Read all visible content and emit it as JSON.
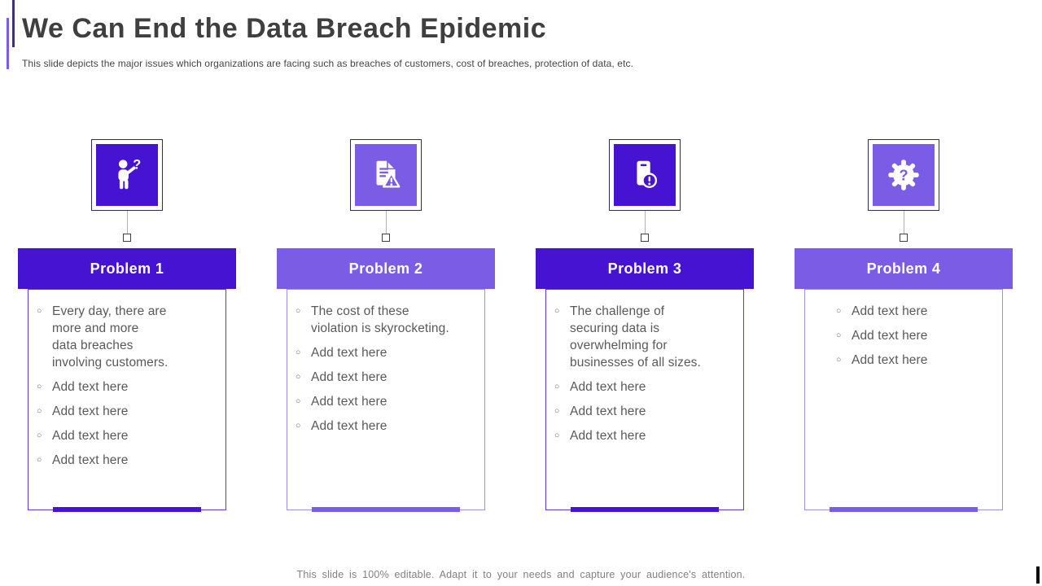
{
  "slide": {
    "title": "We Can End the Data Breach Epidemic",
    "subtitle": "This slide depicts the major issues which organizations are facing such as breaches of customers, cost of breaches, protection of data, etc.",
    "footer": "This slide is 100% editable. Adapt it to your needs and capture your audience's attention."
  },
  "colors": {
    "dark_purple": "#4713D3",
    "light_purple": "#7B5CE4",
    "title_text": "#3F3F3F",
    "body_text": "#595959",
    "footer_text": "#808080",
    "icon_frame_border": "#352B52",
    "box_border_dark": "#6436D6",
    "box_border_light": "#A18FE2"
  },
  "columns": [
    {
      "header": "Problem 1",
      "theme": "dark",
      "icon": "person-question-icon",
      "items": [
        "Every day, there are\nmore and more\ndata breaches\ninvolving customers.",
        "Add text here",
        "Add text here",
        "Add text here",
        "Add text here"
      ]
    },
    {
      "header": "Problem 2",
      "theme": "light",
      "icon": "document-warning-icon",
      "items": [
        "The cost of these\nviolation is skyrocketing.",
        "Add text here",
        "Add text here",
        "Add text here",
        "Add text here"
      ]
    },
    {
      "header": "Problem 3",
      "theme": "dark",
      "icon": "phone-alert-icon",
      "items": [
        "The challenge of\nsecuring data is\noverwhelming for\nbusinesses of all sizes.",
        "Add text here",
        "Add text here",
        "Add text here"
      ]
    },
    {
      "header": "Problem 4",
      "theme": "light",
      "icon": "gear-question-icon",
      "items": [
        "Add text here",
        "Add text here",
        "Add text here"
      ]
    }
  ]
}
